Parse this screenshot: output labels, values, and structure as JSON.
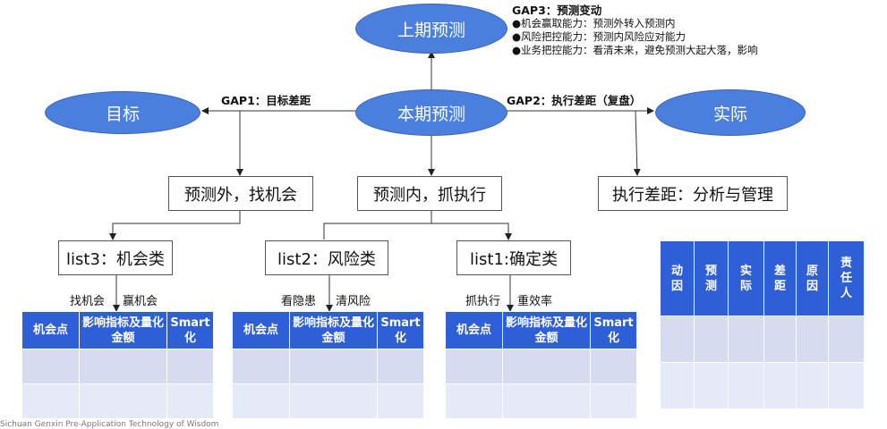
{
  "ellipses": {
    "last": "上期预测",
    "current": "本期预测",
    "target": "目标",
    "actual": "实际"
  },
  "gaps": {
    "gap1": "GAP1：目标差距",
    "gap2": "GAP2：执行差距（复盘）",
    "gap3_title": "GAP3：预测变动",
    "gap3_items": [
      "●机会赢取能力：预测外转入预测内",
      "●风险把控能力：预测内风险应对能力",
      "●业务把控能力：看清未来，避免预测大起大落，影响"
    ]
  },
  "boxes": {
    "outside": "预测外，找机会",
    "inside": "预测内，抓执行",
    "exec_gap": "执行差距：分析与管理",
    "list3": "list3：机会类",
    "list2": "list2：风险类",
    "list1": "list1:确定类"
  },
  "actions": {
    "list3": [
      "找机会",
      "赢机会"
    ],
    "list2": [
      "看隐患",
      "清风险"
    ],
    "list1": [
      "抓执行",
      "重效率"
    ]
  },
  "tables": {
    "list3": {
      "headers": [
        "机会点",
        "影响指标及量化金额",
        "Smart化"
      ]
    },
    "list2": {
      "headers": [
        "机会点",
        "影响指标及量化金额",
        "Smart化"
      ]
    },
    "list1": {
      "headers": [
        "机会点",
        "影响指标及量化金额",
        "Smart化"
      ]
    },
    "review": {
      "headers": [
        "动因",
        "预测",
        "实际",
        "差距",
        "原因",
        "责任人"
      ]
    }
  },
  "footnote": "Sichuan Genxin Pre-Application Technology of Wisdom"
}
